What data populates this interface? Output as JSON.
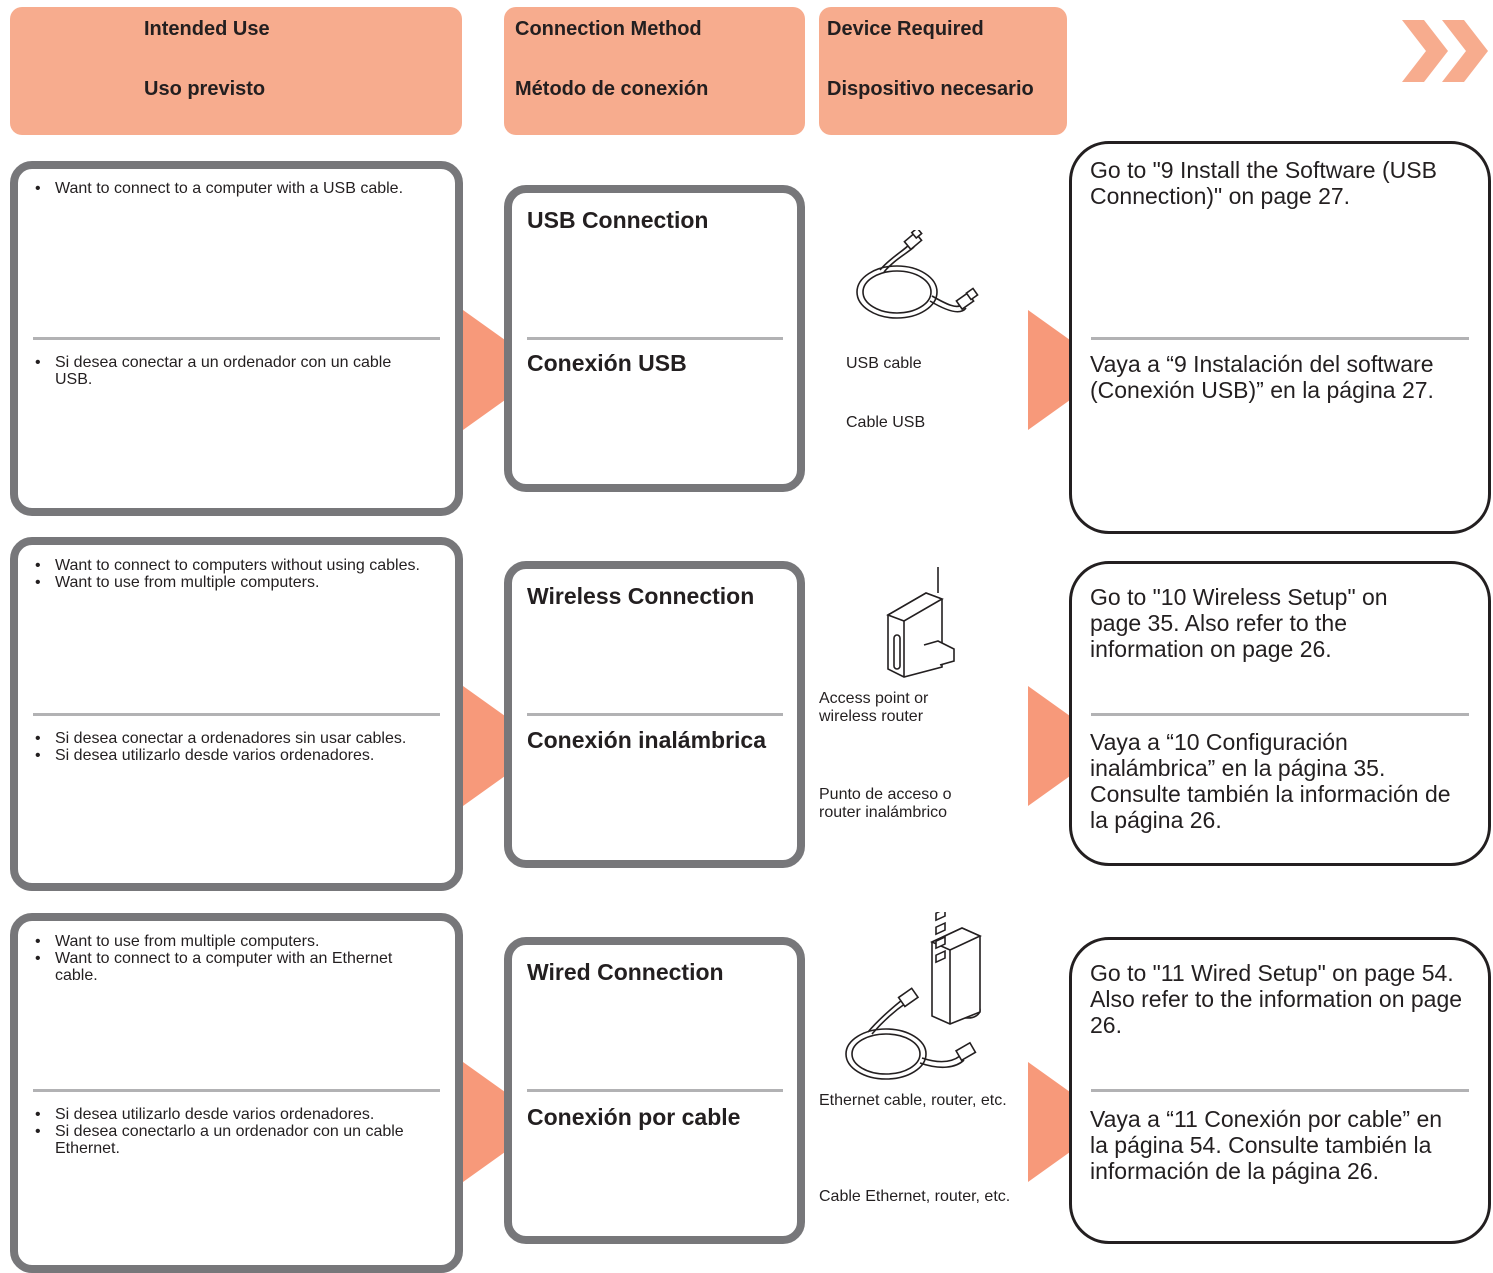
{
  "header": {
    "intended_use_en": "Intended Use",
    "intended_use_es": "Uso previsto",
    "connection_method_en": "Connection Method",
    "connection_method_es": "Método de conexión",
    "device_required_en": "Device Required",
    "device_required_es": "Dispositivo necesario"
  },
  "rows": [
    {
      "use_en": [
        "Want to connect to a computer with a USB cable."
      ],
      "use_es": [
        "Si desea conectar a un ordenador con un cable USB."
      ],
      "method_en": "USB Connection",
      "method_es": "Conexión USB",
      "device_en": "USB cable",
      "device_es": "Cable USB",
      "dest_en": "Go to \"9 Install the Software (USB Connection)\" on page 27.",
      "dest_es": "Vaya a “9 Instalación del software (Conexión USB)” en la página 27."
    },
    {
      "use_en": [
        "Want to connect to computers without using cables.",
        "Want to use from multiple computers."
      ],
      "use_es": [
        "Si desea conectar a ordenadores sin usar cables.",
        "Si desea utilizarlo desde varios ordenadores."
      ],
      "method_en": "Wireless Connection",
      "method_es": "Conexión inalámbrica",
      "device_en": "Access point or wireless router",
      "device_es": "Punto de acceso o router inalámbrico",
      "dest_en": "Go to \"10 Wireless Setup\" on page 35. Also refer to the information on page 26.",
      "dest_es": "Vaya a “10 Configuración inalámbrica” en la página 35. Consulte también la información de  la página 26."
    },
    {
      "use_en": [
        "Want to use from multiple computers.",
        "Want to connect to a computer with an Ethernet cable."
      ],
      "use_es": [
        "Si desea utilizarlo desde varios ordenadores.",
        "Si desea conectarlo a un ordenador con un cable Ethernet."
      ],
      "method_en": "Wired Connection",
      "method_es": "Conexión por cable",
      "device_en": "Ethernet cable, router, etc.",
      "device_es": "Cable Ethernet, router, etc.",
      "dest_en": "Go to \"11 Wired Setup\" on page 54. Also refer to the information on page 26.",
      "dest_es": "Vaya a “11 Conexión por cable” en la página 54. Consulte también la información de la página 26."
    }
  ],
  "colors": {
    "header_bg": "#f7ac8e",
    "arrow": "#f7997a",
    "box_border": "#77777a",
    "divider": "#b2b2b4"
  },
  "icons": [
    "next-page-double-chevron-icon",
    "usb-cable-icon",
    "wireless-router-icon",
    "ethernet-cable-router-icon"
  ]
}
